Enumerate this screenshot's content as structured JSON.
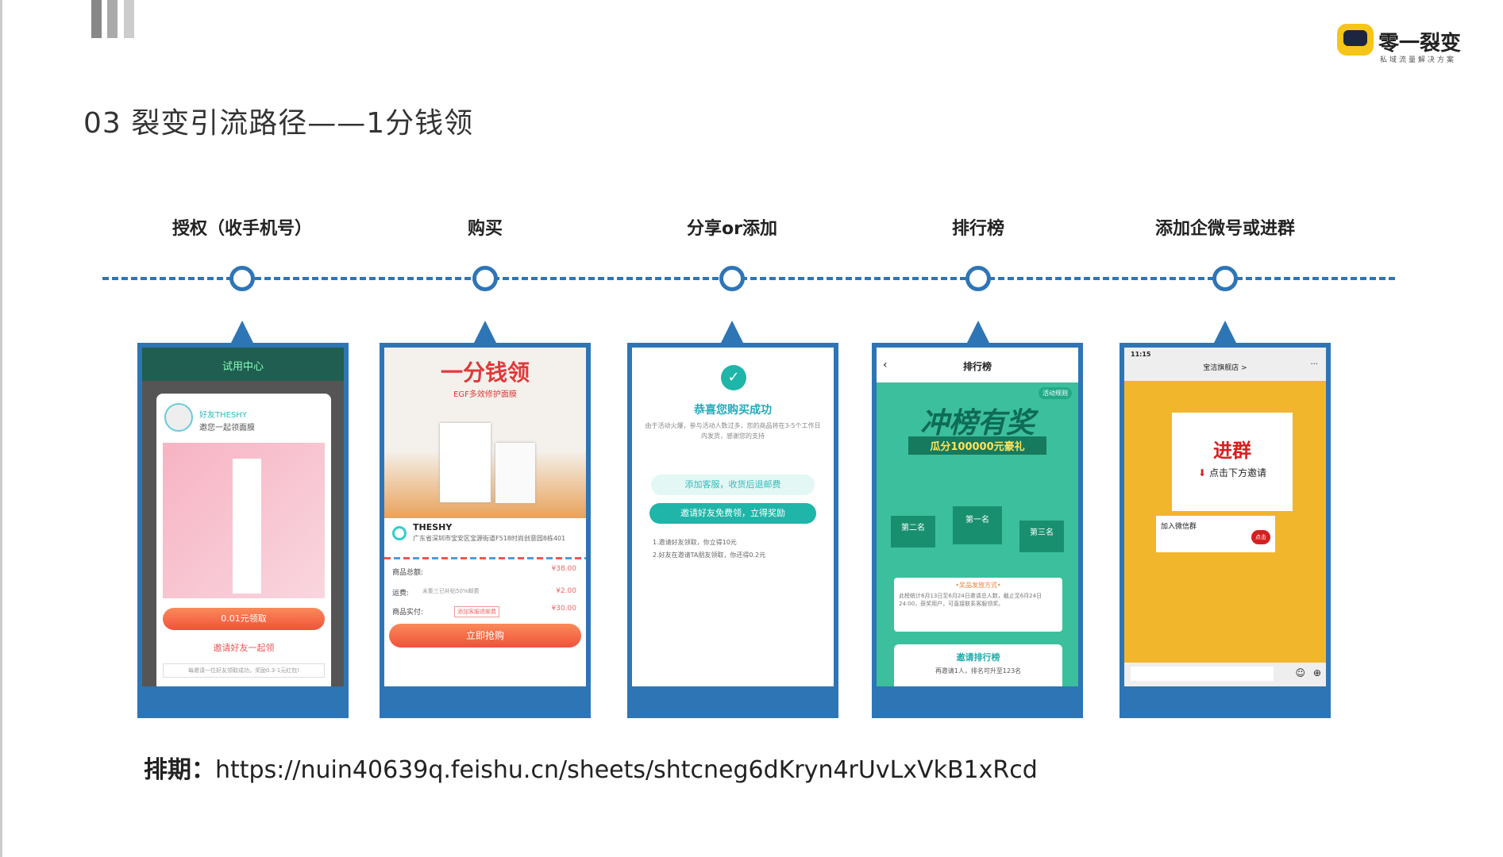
{
  "title": "03 裂变引流路径——1分钱领",
  "logo": {
    "name": "零一裂变",
    "tagline": "私域流量解决方案"
  },
  "steps": [
    {
      "label": "授权（收手机号）"
    },
    {
      "label": "购买"
    },
    {
      "label": "分享or添加"
    },
    {
      "label": "排行榜"
    },
    {
      "label": "添加企微号或进群"
    }
  ],
  "screen1": {
    "header": "试用中心",
    "friend": "好友THESHY",
    "invite": "邀您一起领面膜",
    "claim_button": "0.01元领取",
    "invite_link": "邀请好友一起领",
    "tip": "每邀请一位好友领取成功，奖励0.3-1元红包!"
  },
  "screen2": {
    "headline": "一分钱领",
    "subtitle": "EGF多效修护面膜",
    "name": "THESHY",
    "address": "广东省深圳市宝安区宝源街道F518时尚创意园8栋401",
    "total_label": "商品总额:",
    "total": "¥38.00",
    "shipping_label": "运费:",
    "shipping_note": "未集三已补贴50%邮费",
    "shipping": "¥2.00",
    "paid_label": "商品实付:",
    "paid_note": "添加客服退邮费",
    "paid": "¥30.00",
    "buy_button": "立即抢购"
  },
  "screen3": {
    "success": "恭喜您购买成功",
    "desc": "由于活动火爆，参与活动人数过多，您的商品将在3-5个工作日内发货，感谢您的支持",
    "add_service": "添加客服，收货后退邮费",
    "invite_button": "邀请好友免费领，立得奖励",
    "rule1": "1.邀请好友领取，你立得10元",
    "rule2": "2.好友在邀请TA朋友领取，你还得0.2元"
  },
  "screen4": {
    "header": "排行榜",
    "badge": "活动规则",
    "headline": "冲榜有奖",
    "sub": "瓜分100000元豪礼",
    "second": "第二名",
    "first": "第一名",
    "third": "第三名",
    "rules_title": "•奖品发放方式•",
    "rules": "此榜统计6月13日至6月24日邀请总人数，截止至6月24日24:00，获奖用户，可直接联系客服领奖。",
    "rank_title": "邀请排行榜",
    "rank_note": "再邀请1人，排名可升至123名"
  },
  "screen5": {
    "time": "11:15",
    "header": "宝洁旗舰店 >",
    "card_title": "进群",
    "card_sub": "点击下方邀请",
    "join": "加入微信群",
    "join_btn": "点击"
  },
  "schedule": {
    "label": "排期：",
    "url": "https://nuin40639q.feishu.cn/sheets/shtcneg6dKryn4rUvLxVkB1xRcd"
  },
  "colors": {
    "accent": "#2e75b6",
    "teal": "#1fb5a8",
    "orange": "#f56a3c"
  }
}
